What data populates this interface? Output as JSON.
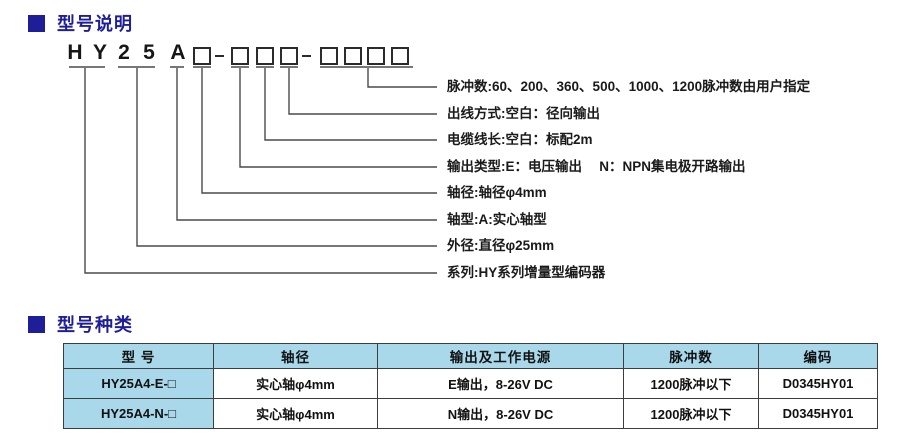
{
  "colors": {
    "navy": "#1e1e99",
    "table_blue": "#a9d8ea",
    "line": "#4a4a4a"
  },
  "sections": {
    "model_description": "型号说明",
    "model_types": "型号种类"
  },
  "model_code": {
    "sequence": [
      {
        "t": "char",
        "v": "H"
      },
      {
        "t": "char",
        "v": "Y"
      },
      {
        "t": "char",
        "v": "2"
      },
      {
        "t": "char",
        "v": "5"
      },
      {
        "t": "char",
        "v": "A"
      },
      {
        "t": "box"
      },
      {
        "t": "dash"
      },
      {
        "t": "box"
      },
      {
        "t": "box"
      },
      {
        "t": "box"
      },
      {
        "t": "dash"
      },
      {
        "t": "box"
      },
      {
        "t": "box"
      },
      {
        "t": "box"
      },
      {
        "t": "box"
      }
    ]
  },
  "diagram": {
    "callouts": [
      {
        "name": "pulse-count",
        "text": "脉冲数:60、200、360、500、1000、1200脉冲数由用户指定"
      },
      {
        "name": "outlet-mode",
        "text": "出线方式:空白：径向输出"
      },
      {
        "name": "cable-length",
        "text": "电缆线长:空白：标配2m"
      },
      {
        "name": "output-type",
        "text": "输出类型:E：电压输出　 N：NPN集电极开路输出"
      },
      {
        "name": "shaft-diameter",
        "text": "轴径:轴径φ4mm"
      },
      {
        "name": "shaft-type",
        "text": "轴型:A:实心轴型"
      },
      {
        "name": "outer-diameter",
        "text": "外径:直径φ25mm"
      },
      {
        "name": "series",
        "text": "系列:HY系列增量型编码器"
      }
    ]
  },
  "table": {
    "headers": [
      "型 号",
      "轴径",
      "输出及工作电源",
      "脉冲数",
      "编码"
    ],
    "rows": [
      [
        "HY25A4-E-□",
        "实心轴φ4mm",
        "E输出，8-26V DC",
        "1200脉冲以下",
        "D0345HY01"
      ],
      [
        "HY25A4-N-□",
        "实心轴φ4mm",
        "N输出，8-26V DC",
        "1200脉冲以下",
        "D0345HY01"
      ]
    ]
  }
}
